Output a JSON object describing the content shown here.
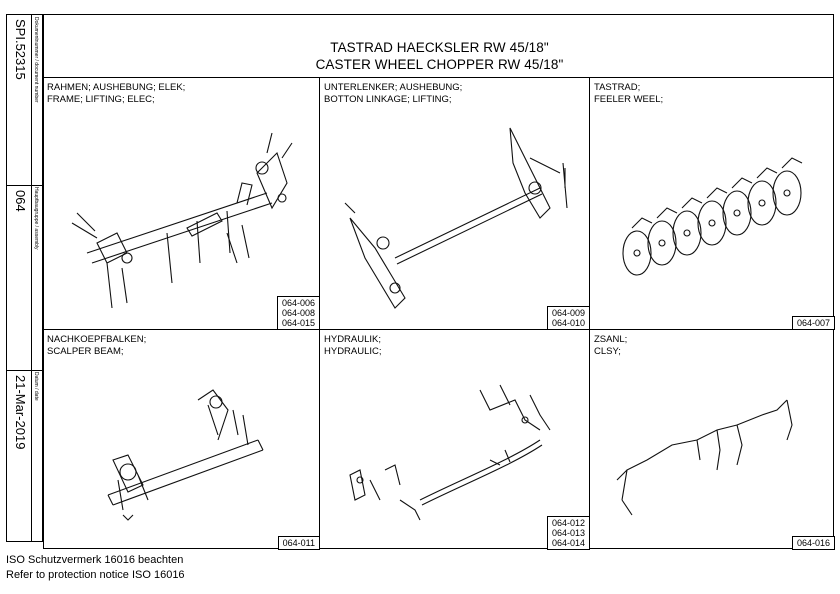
{
  "sidebar": {
    "document_number": "SPI.52315",
    "document_number_caption": "Dokumentnummer / document number",
    "assembly": "064",
    "assembly_caption": "Hauptbaugruppe / assembly",
    "date": "21-Mar-2019",
    "date_caption": "Datum / date"
  },
  "title": {
    "line1": "TASTRAD HAECKSLER RW 45/18\"",
    "line2": "CASTER WHEEL CHOPPER RW 45/18\""
  },
  "cells": [
    {
      "label_de": "RAHMEN; AUSHEBUNG; ELEK;",
      "label_en": "FRAME; LIFTING; ELEC;",
      "refs": [
        "064-006",
        "064-008",
        "064-015"
      ]
    },
    {
      "label_de": "UNTERLENKER; AUSHEBUNG;",
      "label_en": "BOTTON LINKAGE; LIFTING;",
      "refs": [
        "064-009",
        "064-010"
      ]
    },
    {
      "label_de": "TASTRAD;",
      "label_en": "FEELER WEEL;",
      "refs": [
        "064-007"
      ]
    },
    {
      "label_de": "NACHKOEPFBALKEN;",
      "label_en": "SCALPER BEAM;",
      "refs": [
        "064-011"
      ]
    },
    {
      "label_de": "HYDRAULIK;",
      "label_en": "HYDRAULIC;",
      "refs": [
        "064-012",
        "064-013",
        "064-014"
      ]
    },
    {
      "label_de": "ZSANL;",
      "label_en": "CLSY;",
      "refs": [
        "064-016"
      ]
    }
  ],
  "footer": {
    "line1": "ISO Schutzvermerk 16016 beachten",
    "line2": "Refer to protection notice ISO 16016"
  }
}
